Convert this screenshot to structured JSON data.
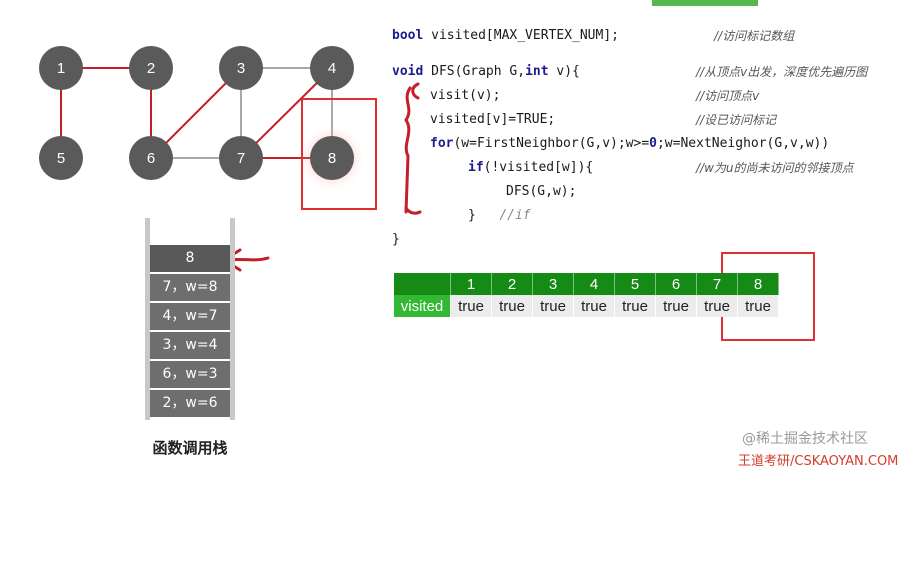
{
  "graph": {
    "nodes": [
      {
        "id": "1",
        "label": "1"
      },
      {
        "id": "2",
        "label": "2"
      },
      {
        "id": "3",
        "label": "3"
      },
      {
        "id": "4",
        "label": "4"
      },
      {
        "id": "5",
        "label": "5"
      },
      {
        "id": "6",
        "label": "6"
      },
      {
        "id": "7",
        "label": "7"
      },
      {
        "id": "8",
        "label": "8",
        "highlighted": true
      }
    ],
    "edges": [
      {
        "from": "1",
        "to": "2",
        "traversed": true
      },
      {
        "from": "1",
        "to": "5",
        "traversed": true
      },
      {
        "from": "2",
        "to": "6",
        "traversed": true
      },
      {
        "from": "6",
        "to": "3",
        "traversed": true
      },
      {
        "from": "6",
        "to": "7",
        "traversed": false
      },
      {
        "from": "3",
        "to": "7",
        "traversed": false
      },
      {
        "from": "3",
        "to": "4",
        "traversed": false
      },
      {
        "from": "7",
        "to": "4",
        "traversed": true
      },
      {
        "from": "7",
        "to": "8",
        "traversed": true
      },
      {
        "from": "4",
        "to": "8",
        "traversed": false
      }
    ],
    "colors": {
      "node": "#5a5a5a",
      "traversed_edge": "#c41e2a",
      "plain_edge": "#8c8c8c",
      "highlight_box": "#e03030"
    }
  },
  "stack": {
    "caption": "函数调用栈",
    "frames": [
      "8",
      "7，w=8",
      "4，w=7",
      "3，w=4",
      "6，w=3",
      "2，w=6"
    ]
  },
  "code": {
    "decl_kw": "bool",
    "decl_rest": " visited[MAX_VERTEX_NUM];",
    "decl_comment": "//访问标记数组",
    "fn_kw": "void",
    "fn_mid": " DFS(Graph G,",
    "fn_kw2": "int",
    "fn_end": " v){",
    "fn_comment": "//从顶点v出发，深度优先遍历图",
    "visit": "visit(v);",
    "visit_comment": "//访问顶点v",
    "mark": "visited[v]=TRUE;",
    "mark_comment": "//设已访问标记",
    "for_kw": "for",
    "for_a": "(w=FirstNeighbor(G,v);w>=",
    "for_zero": "0",
    "for_b": ";w=NextNeighor(G,v,w))",
    "if_kw": "if",
    "if_rest": "(!visited[w]){",
    "if_comment": "//w为u的尚未访问的邻接顶点",
    "recurse": "DFS(G,w);",
    "close_if": "}",
    "if_end_comment": "//if",
    "close_fn": "}"
  },
  "visited": {
    "row_label": "visited",
    "indices": [
      "1",
      "2",
      "3",
      "4",
      "5",
      "6",
      "7",
      "8"
    ],
    "values": [
      "true",
      "true",
      "true",
      "true",
      "true",
      "true",
      "true",
      "true"
    ]
  },
  "watermark": {
    "line1": "@稀土掘金技术社区",
    "line2": "王道考研/CSKAOYAN.COM"
  }
}
